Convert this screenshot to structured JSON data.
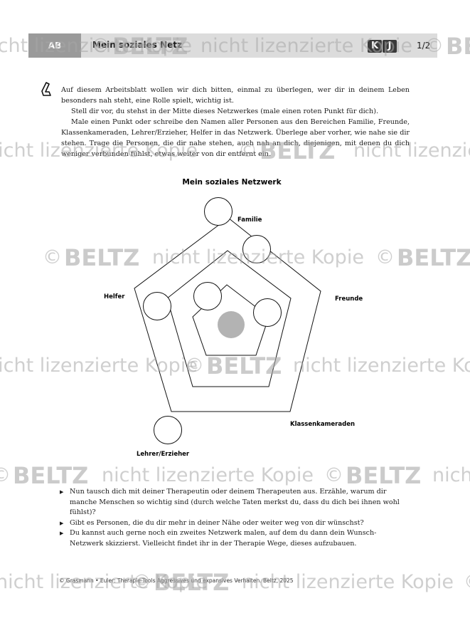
{
  "header": {
    "tag": "AB",
    "title": "Mein soziales Netz",
    "badge_k": "K",
    "badge_j": "J",
    "page": "1/2"
  },
  "intro": {
    "p1": "Auf diesem Arbeitsblatt wollen wir dich bitten, einmal zu überlegen, wer dir in deinem Leben besonders nah steht, eine Rolle spielt, wichtig ist.",
    "p2": "Stell dir vor, du stehst in der Mitte dieses Netzwerkes (male einen roten Punkt für dich).",
    "p3": "Male einen Punkt oder schreibe den Namen aller Personen aus den Bereichen Familie, Freunde, Klassenkameraden, Lehrer/Erzieher, Helfer in das Netzwerk. Überlege aber vorher, wie nahe sie dir stehen. Trage die Personen, die dir nahe stehen, auch nah an dich, diejenigen, mit denen du dich weniger verbunden fühlst, etwas weiter von dir entfernt ein."
  },
  "diagram": {
    "title": "Mein soziales Netzwerk",
    "labels": {
      "familie": "Familie",
      "freunde": "Freunde",
      "klassenkameraden": "Klassenkameraden",
      "lehrer": "Lehrer/Erzieher",
      "helfer": "Helfer"
    },
    "center_color": "#b3b3b3"
  },
  "bullets": [
    "Nun tausch dich mit deiner Therapeutin oder deinem Therapeuten aus. Erzähle, warum dir manche Menschen so wichtig sind (durch welche Taten merkst du, dass du dich bei ihnen wohl fühlst)?",
    "Gibt es Personen, die du dir mehr in deiner Nähe oder weiter weg von dir wünschst?",
    "Du kannst auch gerne noch ein zweites Netzwerk malen, auf dem du dann dein Wunsch-Netzwerk skizzierst. Vielleicht findet ihr in der Therapie Wege, dieses aufzubauen."
  ],
  "footer": "© Grasmann • Euler: Therapie-Tools Aggressives und expansives Verhalten. Beltz, 2025",
  "watermark": {
    "brand": "BELTZ",
    "text": "nicht lizenzierte Kopie",
    "copyright": "©"
  }
}
